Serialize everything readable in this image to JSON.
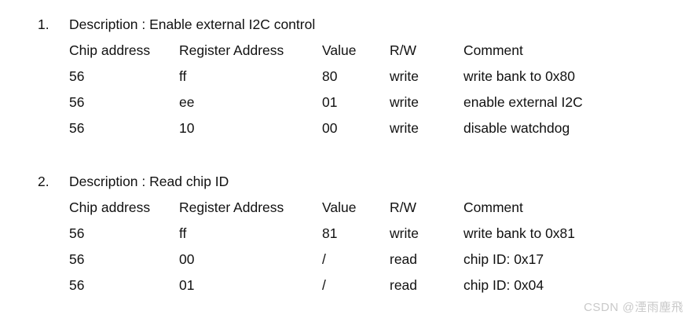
{
  "document": {
    "background_color": "#ffffff",
    "text_color": "#111111",
    "watermark": "CSDN @湮雨塵飛",
    "watermark_color": "#c9c9c9"
  },
  "columns": {
    "chip_address": "Chip address",
    "register_address": "Register Address",
    "value": "Value",
    "rw": "R/W",
    "comment": "Comment"
  },
  "sections": [
    {
      "marker": "1.",
      "title": "Description : Enable external I2C control",
      "headers": {
        "chip_address": "Chip address",
        "register_address": "Register Address",
        "value": "Value",
        "rw": "R/W",
        "comment": "Comment"
      },
      "rows": [
        {
          "chip_address": "56",
          "register_address": "ff",
          "value": "80",
          "rw": "write",
          "comment": "write bank to 0x80"
        },
        {
          "chip_address": "56",
          "register_address": "ee",
          "value": "01",
          "rw": "write",
          "comment": "enable external I2C"
        },
        {
          "chip_address": "56",
          "register_address": "10",
          "value": "00",
          "rw": "write",
          "comment": "disable watchdog"
        }
      ]
    },
    {
      "marker": "2.",
      "title": "Description : Read chip ID",
      "headers": {
        "chip_address": "Chip address",
        "register_address": "Register Address",
        "value": "Value",
        "rw": "R/W",
        "comment": "Comment"
      },
      "rows": [
        {
          "chip_address": "56",
          "register_address": "ff",
          "value": "81",
          "rw": "write",
          "comment": "write bank to 0x81"
        },
        {
          "chip_address": "56",
          "register_address": "00",
          "value": "/",
          "rw": "read",
          "comment": "chip ID: 0x17"
        },
        {
          "chip_address": "56",
          "register_address": "01",
          "value": "/",
          "rw": "read",
          "comment": "chip ID: 0x04"
        }
      ]
    }
  ]
}
